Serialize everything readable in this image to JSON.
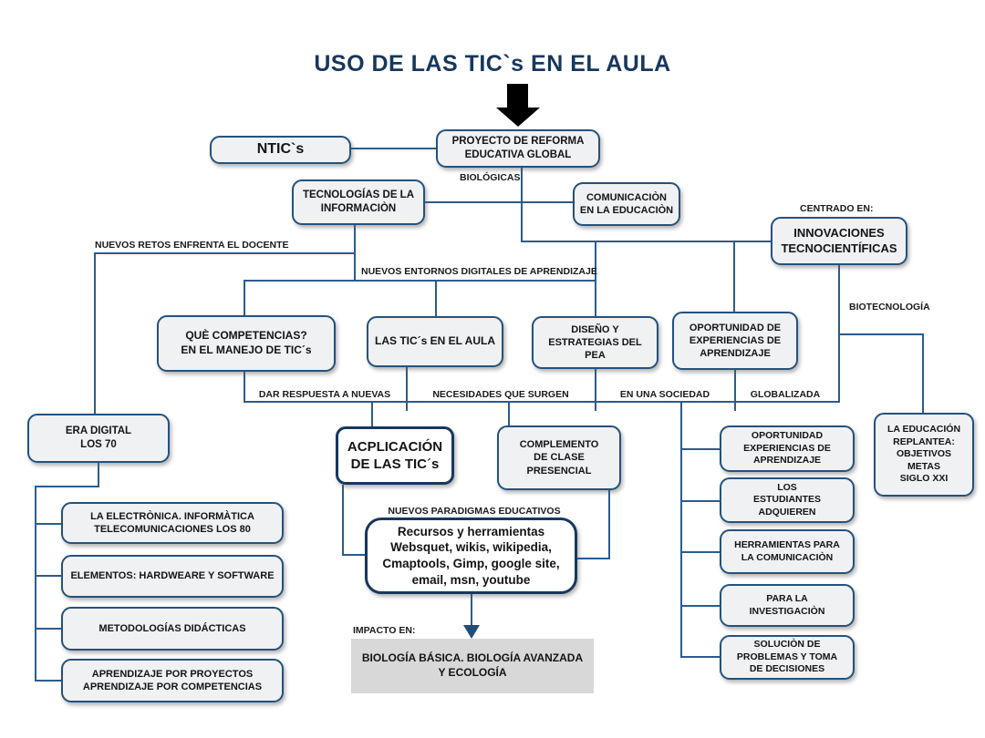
{
  "title": "USO DE LAS TIC`s EN EL AULA",
  "nodes": {
    "ntics": "NTIC`s",
    "proyecto": "PROYECTO DE REFORMA\nEDUCATIVA GLOBAL",
    "tecnologias": "TECNOLOGÍAS DE LA\nINFORMACIÒN",
    "comunicacion": "COMUNICACIÒN\nEN LA EDUCACIÒN",
    "innovaciones": "INNOVACIONES\nTECNOCIENTÍFICAS",
    "que_competencias": "QUÈ COMPETENCIAS?\nEN EL MANEJO DE TIC´s",
    "las_tics": "LAS TIC´s EN EL AULA",
    "diseno": "DISEÑO Y\nESTRATEGIAS DEL\nPEA",
    "oportunidad_experiencias": "OPORTUNIDAD DE\nEXPERIENCIAS DE\nAPRENDIZAJE",
    "era_digital": "ERA DIGITAL\nLOS 70",
    "electronica": "LA ELECTRÒNICA. INFORMÀTICA\nTELECOMUNICACIONES LOS 80",
    "elementos": "ELEMENTOS: HARDWEARE Y SOFTWARE",
    "metodologias": "METODOLOGÍAS DIDÁCTICAS",
    "aprendizaje": "APRENDIZAJE POR PROYECTOS\nAPRENDIZAJE POR COMPETENCIAS",
    "acplicacion": "ACPLICACIÓN\nDE LAS TIC´s",
    "complemento": "COMPLEMENTO\nDE CLASE\nPRESENCIAL",
    "recursos": "Recursos y herramientas\nWebsquet, wikis, wikipedia,\nCmaptools, Gimp, google site,\nemail, msn, youtube",
    "biologia": "BIOLOGÍA BÁSICA. BIOLOGÍA AVANZADA\nY ECOLOGÍA",
    "oportunidad_right": "OPORTUNIDAD\nEXPERIENCIAS DE\nAPRENDIZAJE",
    "estudiantes": "LOS\nESTUDIANTES\nADQUIEREN",
    "herramientas": "HERRAMIENTAS PARA\nLA COMUNICACIÒN",
    "investigacion": "PARA LA\nINVESTIGACIÒN",
    "solucion": "SOLUCIÒN DE\nPROBLEMAS Y TOMA\nDE DECISIONES",
    "educacion": "LA EDUCACIÓN\nREPLANTEA:\nOBJETIVOS\nMETAS\nSIGLO XXI"
  },
  "edge_labels": {
    "biologicas": "BIOLÓGICAS",
    "centrado_en": "CENTRADO EN:",
    "nuevos_retos": "NUEVOS RETOS ENFRENTA EL DOCENTE",
    "nuevos_entornos": "NUEVOS ENTORNOS DIGITALES DE APRENDIZAJE",
    "biotecnologia": "BIOTECNOLOGÍA",
    "dar_respuesta": "DAR RESPUESTA A NUEVAS",
    "necesidades": "NECESIDADES QUE SURGEN",
    "en_una_sociedad": "EN UNA SOCIEDAD",
    "globalizada": "GLOBALIZADA",
    "nuevos_paradigmas": "NUEVOS PARADIGMAS EDUCATIVOS",
    "impacto_en": "IMPACTO EN:"
  },
  "colors": {
    "title_blue": "#17375E",
    "line_blue": "#2B5C8D",
    "box_border": "#24527E",
    "box_fill": "#EFF1F3",
    "impact_fill": "#D8D8D8",
    "arrow_black": "#000000",
    "arrow_blue": "#1F4E79"
  }
}
